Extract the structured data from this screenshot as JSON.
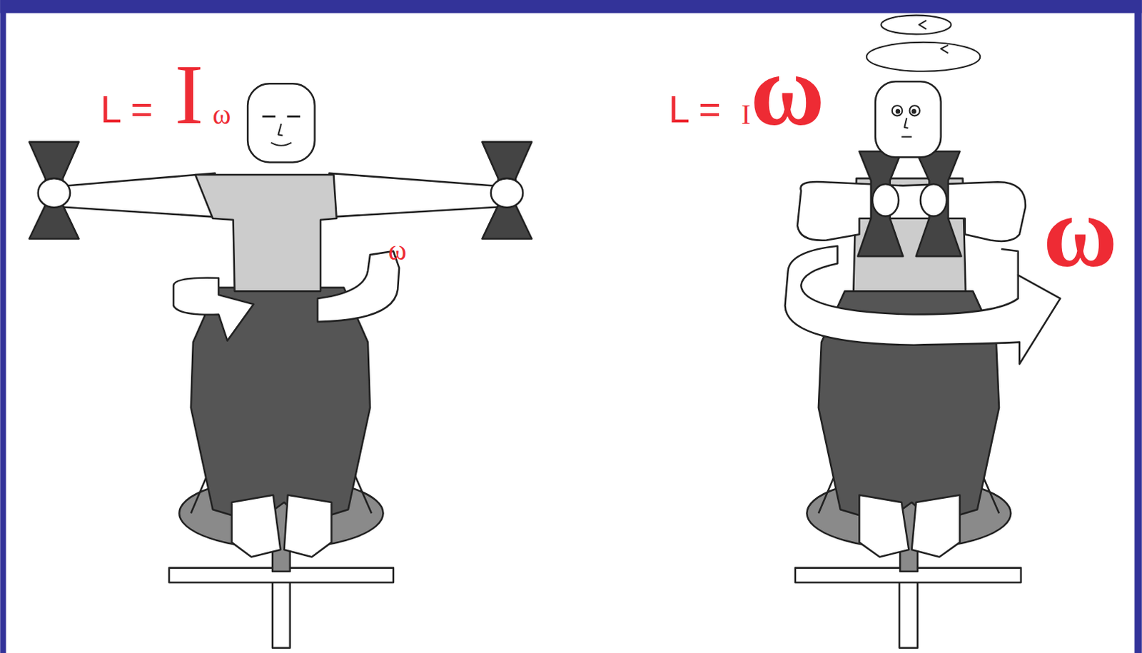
{
  "diagram": {
    "labels": [
      "L =",
      "I",
      "ω",
      "ω",
      "L =",
      "I",
      "ω",
      "ω"
    ]
  }
}
